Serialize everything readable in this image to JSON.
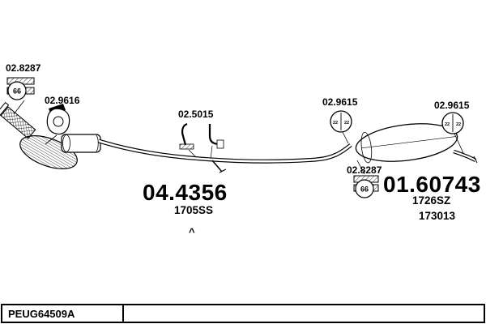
{
  "colors": {
    "ink": "#000000",
    "paper": "#ffffff"
  },
  "parts": {
    "front_clamp": "02.8287",
    "front_mount": "02.9616",
    "mid_hanger": "02.5015",
    "rear_mount_top": "02.9615",
    "rear_mount_end": "02.9615",
    "rear_clamp": "02.8287"
  },
  "main_items": {
    "center_silencer_number": "04.4356",
    "center_silencer_code": "1705SS",
    "rear_silencer_number": "01.60743",
    "rear_silencer_code": "1726SZ",
    "rear_silencer_code2": "173013"
  },
  "icon_marks": {
    "clamp_diameter": "66",
    "mount_size_left": "22",
    "mount_size_right": "22"
  },
  "direction_mark": "^",
  "footer": {
    "reference": "PEUG64509A"
  }
}
